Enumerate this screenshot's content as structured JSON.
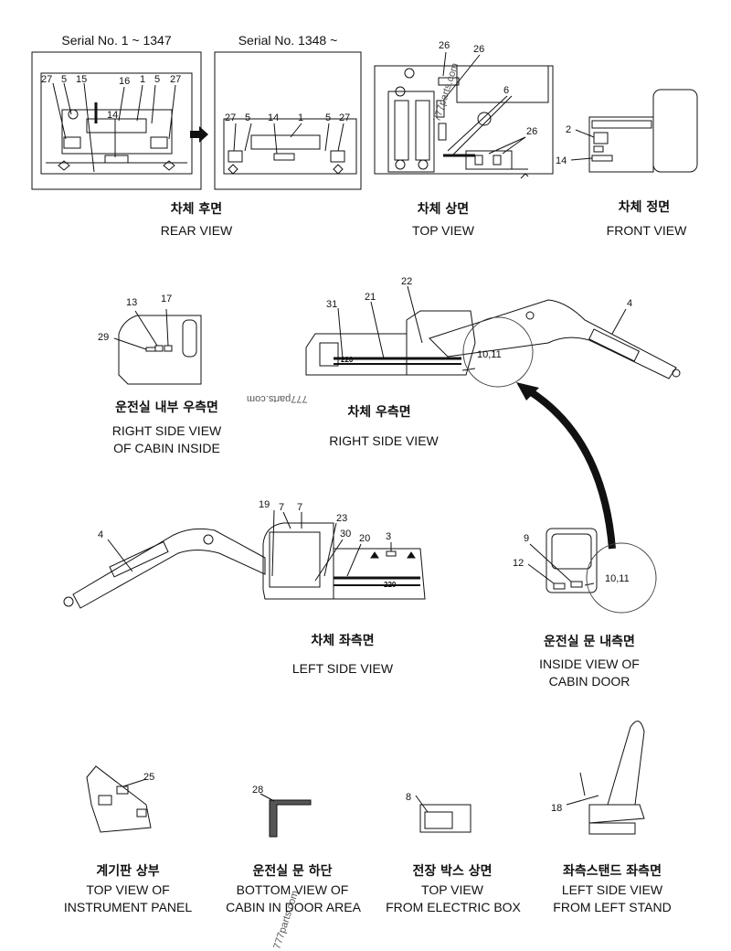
{
  "serials": {
    "old": "Serial No. 1 ~ 1347",
    "new": "Serial No. 1348 ~"
  },
  "views": {
    "rear": {
      "ko": "차체 후면",
      "en": "REAR VIEW"
    },
    "top": {
      "ko": "차체 상면",
      "en": "TOP VIEW"
    },
    "front": {
      "ko": "차체 정면",
      "en": "FRONT VIEW"
    },
    "cabin_right": {
      "ko": "운전실 내부 우측면",
      "en1": "RIGHT SIDE VIEW",
      "en2": "OF CABIN INSIDE"
    },
    "right": {
      "ko": "차체 우측면",
      "en": "RIGHT SIDE VIEW"
    },
    "left": {
      "ko": "차체 좌측면",
      "en": "LEFT SIDE VIEW"
    },
    "cabin_door": {
      "ko": "운전실 문 내측면",
      "en1": "INSIDE VIEW OF",
      "en2": "CABIN DOOR"
    },
    "instrument": {
      "ko": "계기판 상부",
      "en1": "TOP VIEW OF",
      "en2": "INSTRUMENT PANEL"
    },
    "door_bottom": {
      "ko": "운전실 문 하단",
      "en1": "BOTTOM VIEW OF",
      "en2": "CABIN IN DOOR AREA"
    },
    "electric_box": {
      "ko": "전장 박스 상면",
      "en1": "TOP VIEW",
      "en2": "FROM ELECTRIC BOX"
    },
    "left_stand": {
      "ko": "좌측스탠드 좌측면",
      "en1": "LEFT SIDE VIEW",
      "en2": "FROM LEFT STAND"
    }
  },
  "watermarks": [
    "777parts.com",
    "777parts.com",
    "777parts.com"
  ],
  "callouts": {
    "rear_old": [
      "27",
      "5",
      "15",
      "16",
      "1",
      "5",
      "27",
      "14"
    ],
    "rear_new": [
      "27",
      "5",
      "14",
      "1",
      "5",
      "27"
    ],
    "top": [
      "26",
      "26",
      "6",
      "26"
    ],
    "front": [
      "2",
      "14"
    ],
    "cabin_right": [
      "13",
      "17",
      "29"
    ],
    "right": [
      "31",
      "21",
      "22",
      "4",
      "10,11"
    ],
    "left": [
      "19",
      "7",
      "7",
      "23",
      "30",
      "20",
      "3",
      "4"
    ],
    "door": [
      "9",
      "12",
      "10,11"
    ],
    "instrument": [
      "25"
    ],
    "door_bottom": [
      "28"
    ],
    "electric_box": [
      "8"
    ],
    "left_stand": [
      "18"
    ]
  },
  "model_badge": "220"
}
